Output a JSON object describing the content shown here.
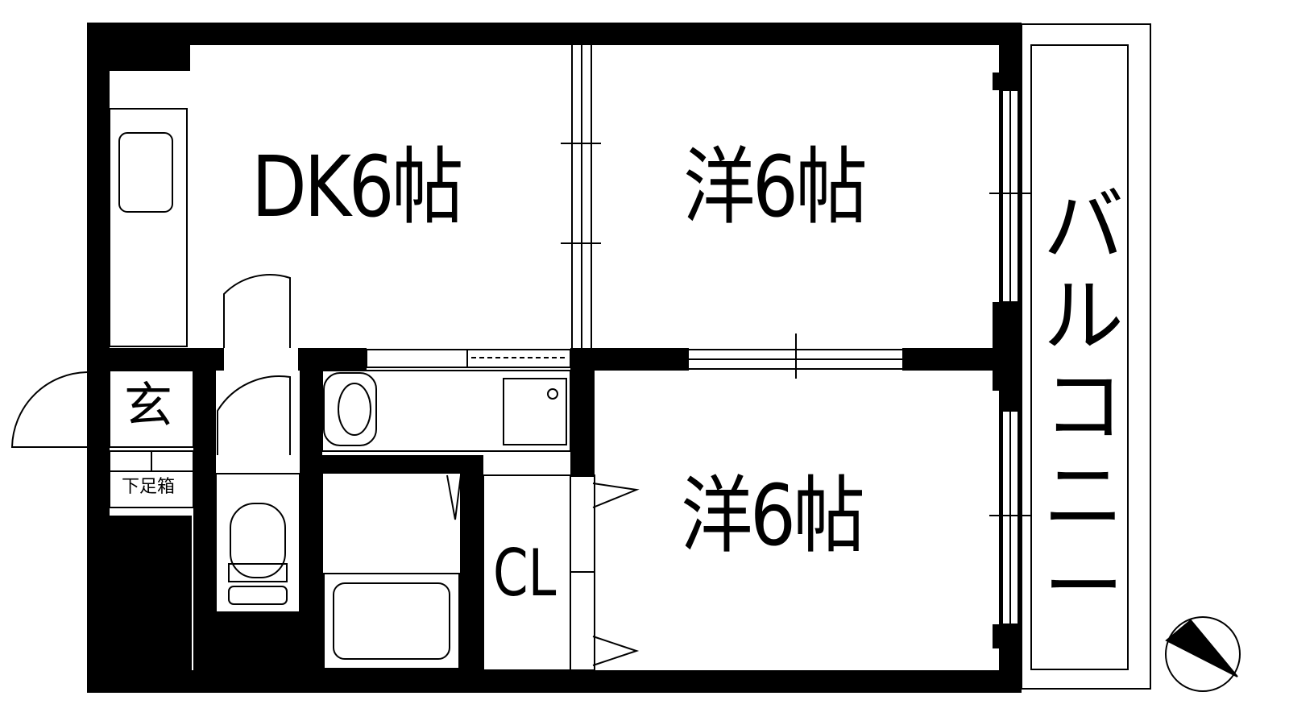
{
  "rooms": {
    "dk": "DK6帖",
    "western_upper": "洋6帖",
    "western_lower": "洋6帖",
    "closet": "CL",
    "entrance": "玄",
    "shoe_cabinet": "下足箱",
    "balcony": [
      "バ",
      "ル",
      "コ",
      "ニ",
      "ー"
    ]
  },
  "icons": {
    "compass": "north-arrow-icon"
  },
  "colors": {
    "wall": "#000000",
    "background": "#ffffff",
    "line": "#000000"
  }
}
